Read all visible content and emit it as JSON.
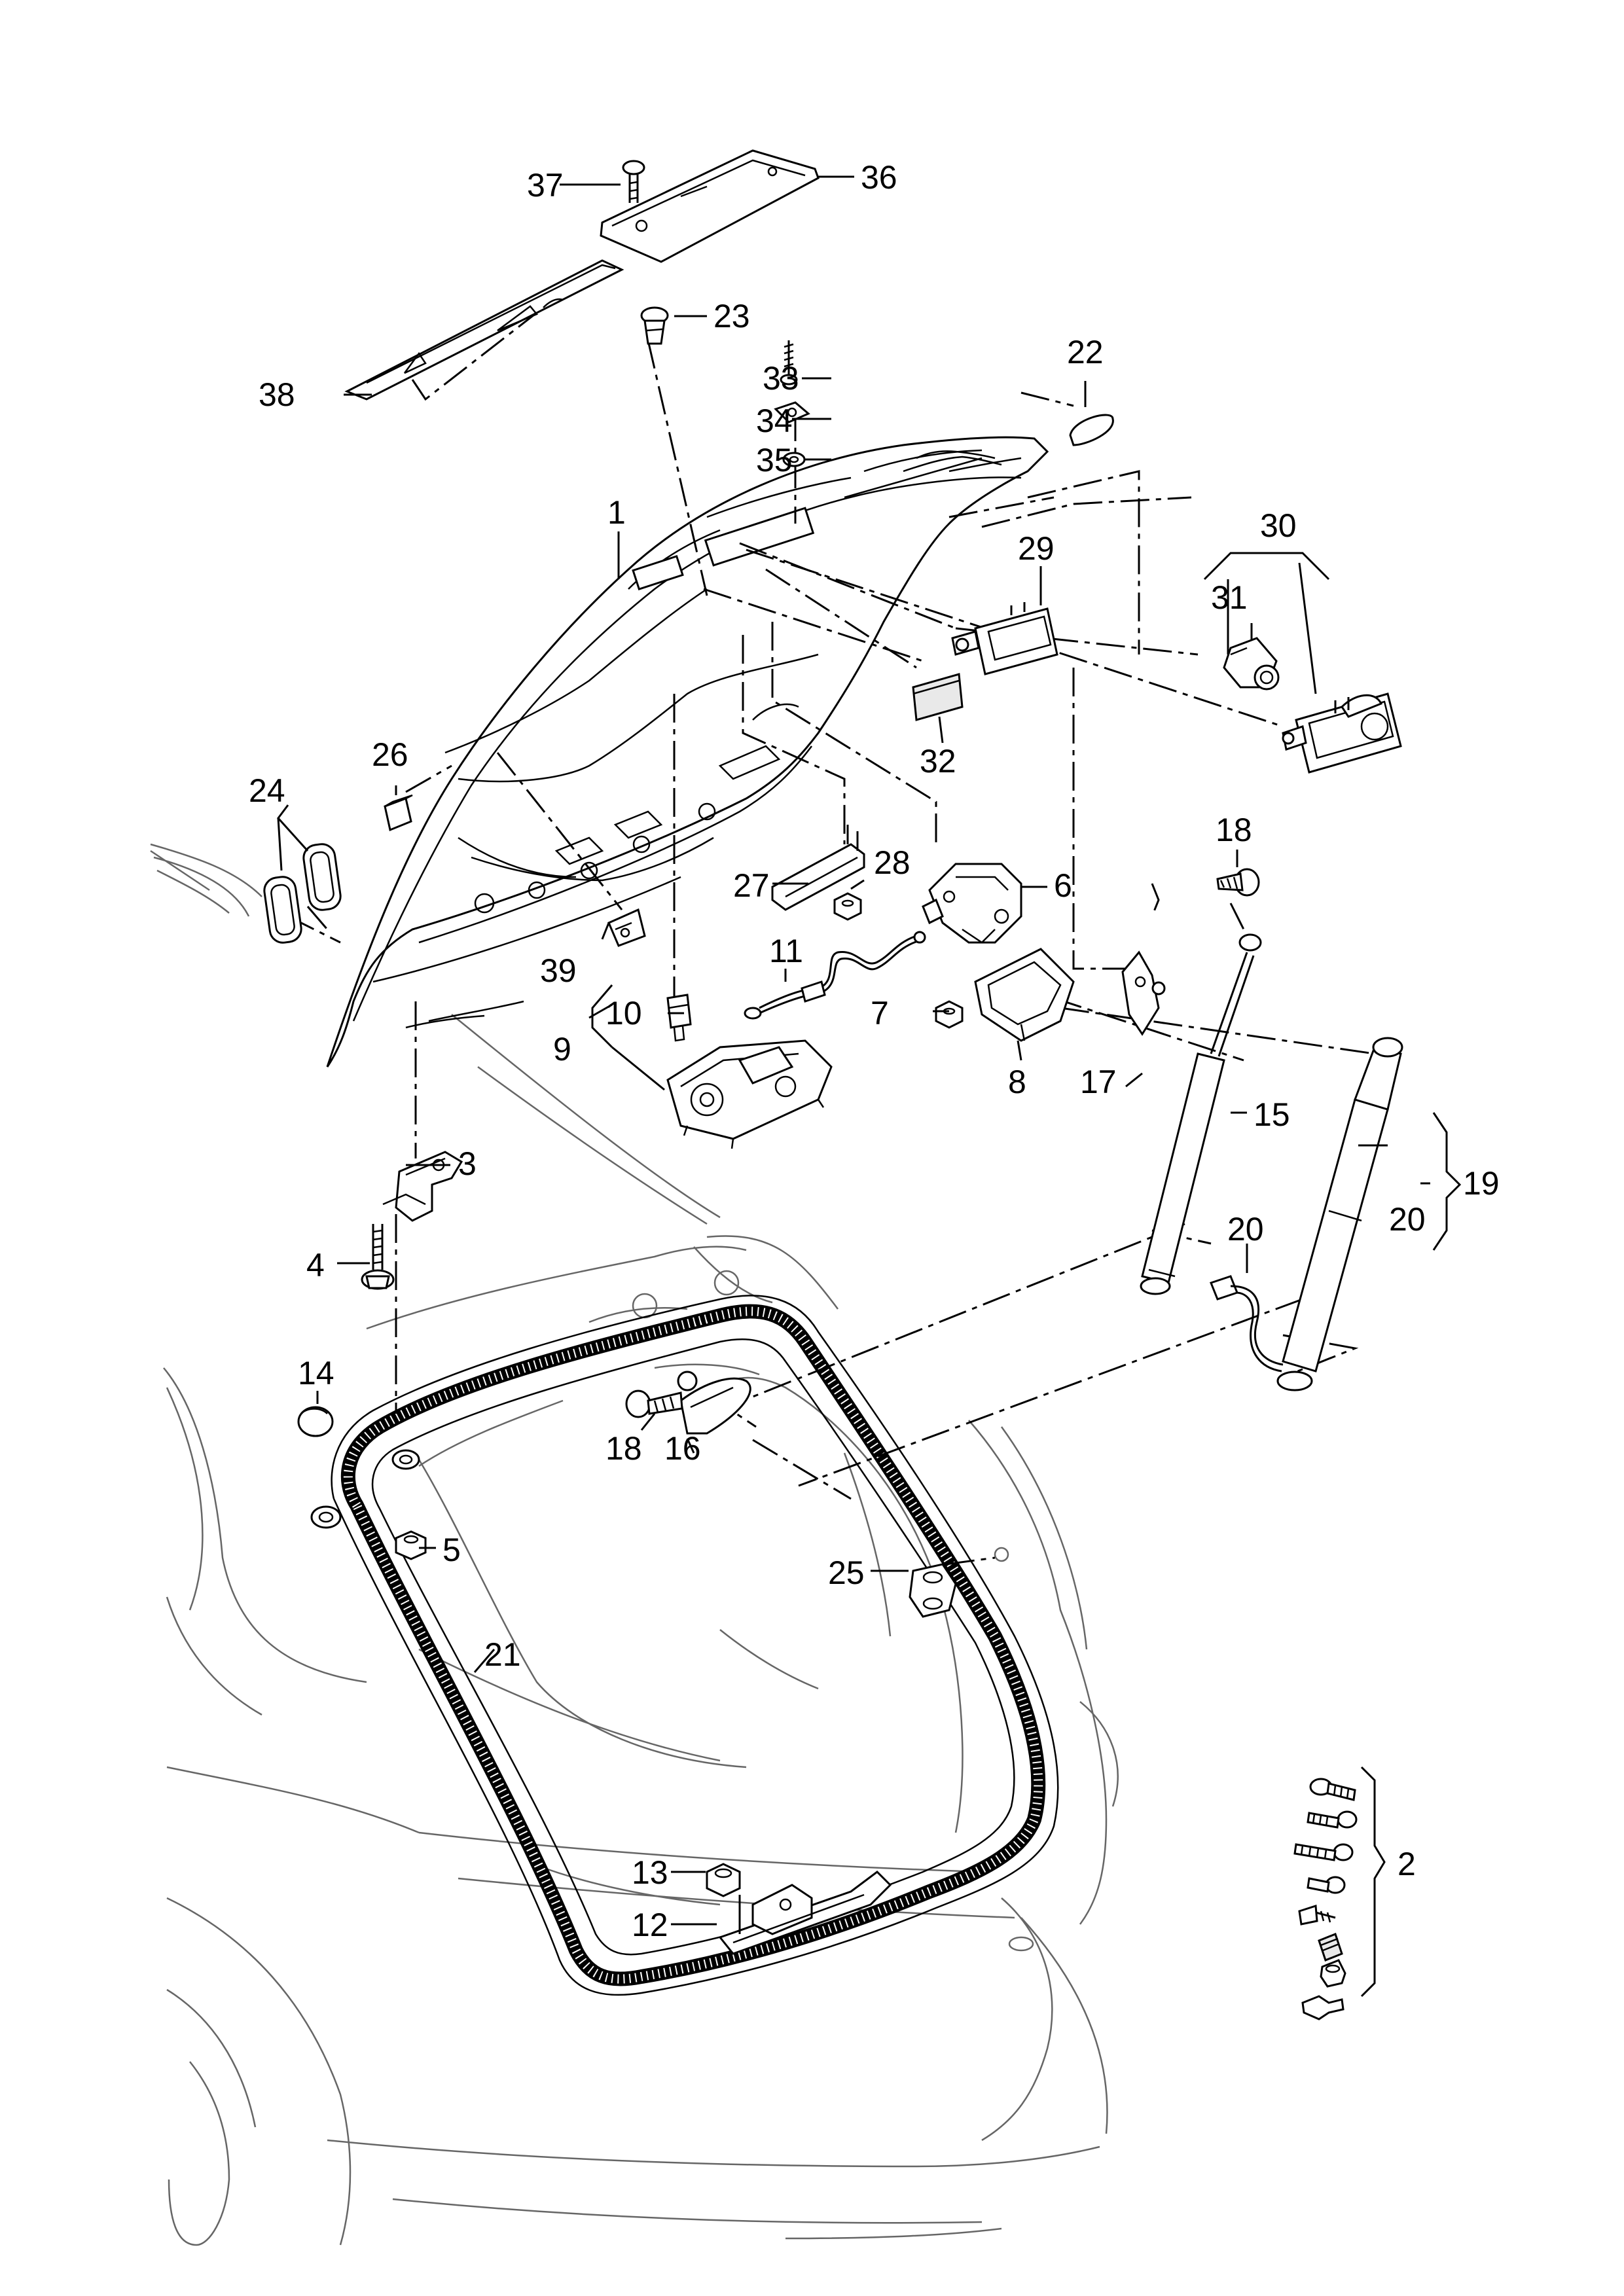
{
  "callouts": {
    "c1": "1",
    "c2": "2",
    "c3": "3",
    "c4": "4",
    "c5": "5",
    "c6": "6",
    "c7": "7",
    "c8": "8",
    "c9": "9",
    "c10": "10",
    "c11": "11",
    "c12": "12",
    "c13": "13",
    "c14": "14",
    "c15": "15",
    "c16": "16",
    "c17": "17",
    "c18a": "18",
    "c18b": "18",
    "c19": "19",
    "c20a": "20",
    "c20b": "20",
    "c21": "21",
    "c22": "22",
    "c23": "23",
    "c24": "24",
    "c25": "25",
    "c26": "26",
    "c27": "27",
    "c28": "28",
    "c29": "29",
    "c30": "30",
    "c31": "31",
    "c32": "32",
    "c33": "33",
    "c34": "34",
    "c35": "35",
    "c36": "36",
    "c37": "37",
    "c38": "38",
    "c39": "39"
  }
}
